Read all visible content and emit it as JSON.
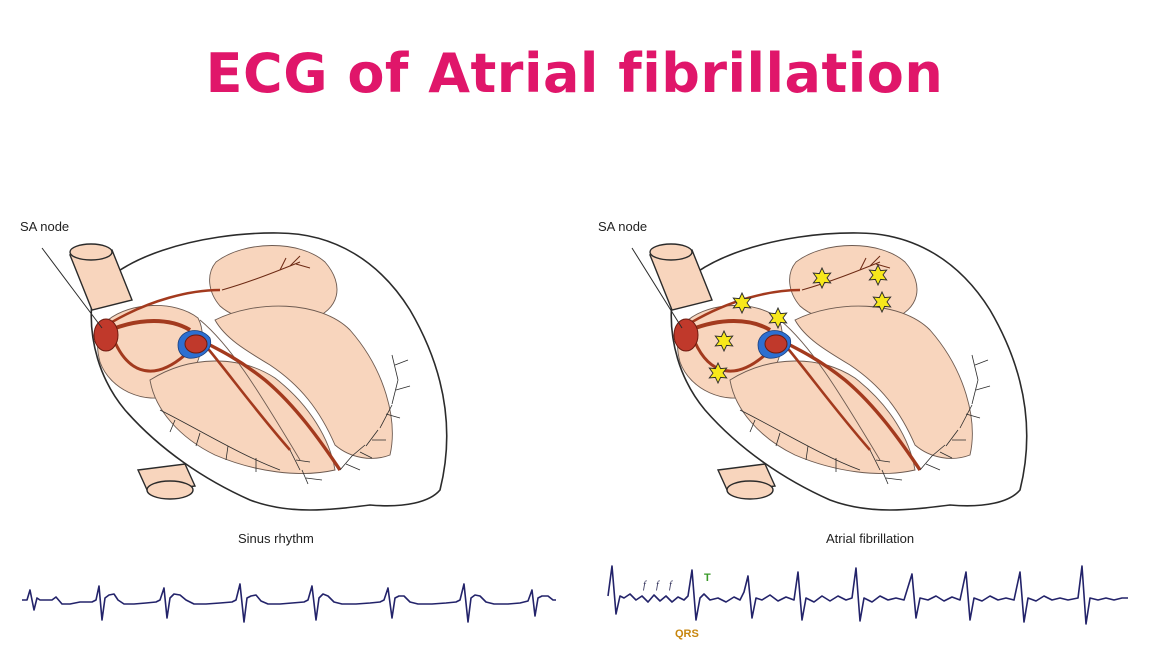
{
  "title": "ECG of Atrial fibrillation",
  "panels": [
    {
      "node_label": "SA node",
      "caption": "Sinus rhythm"
    },
    {
      "node_label": "SA node",
      "caption": "Atrial fibrillation",
      "wave_labels": {
        "fibrillatory": [
          "f",
          "f",
          "f"
        ],
        "t_wave": "T",
        "qrs": "QRS"
      }
    }
  ],
  "colors": {
    "title": "#e0166a",
    "conduction": "#a33a1e",
    "node": "#c0392b",
    "tissue": "#f8d5bd",
    "heart_outline": "#2b2b2b",
    "ecg": "#23236a",
    "ectopic_foci": "#f7e81b",
    "t_label": "#3a9a28",
    "qrs_label": "#c7860e"
  }
}
